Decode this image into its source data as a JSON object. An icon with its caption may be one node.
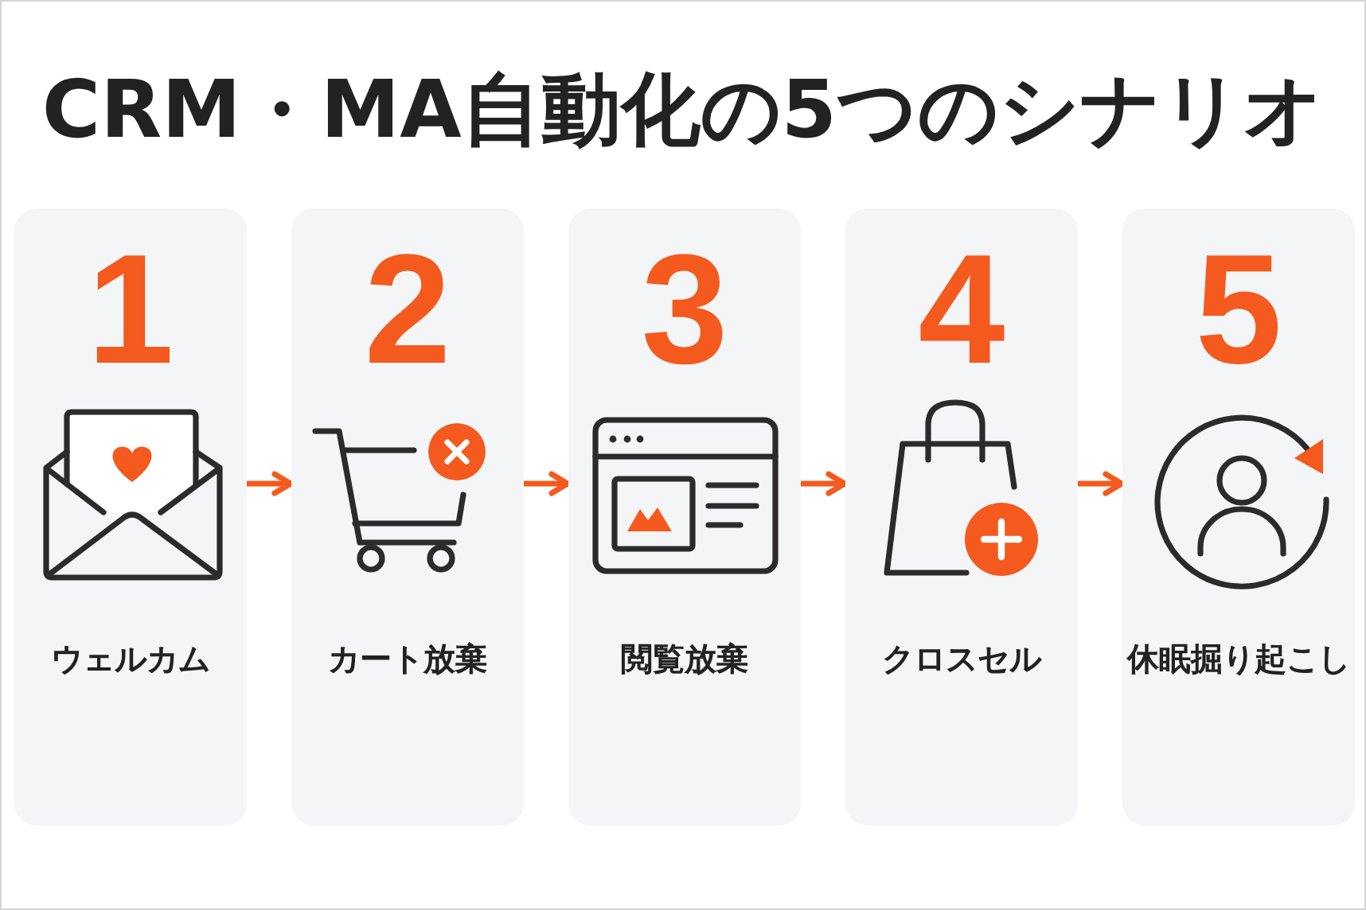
{
  "diagram": {
    "title": "CRM・MA自動化の5つのシナリオ",
    "nodes": [
      {
        "text": [
          "1",
          "ウェルカム"
        ]
      },
      {
        "text": [
          "2",
          "カート放棄"
        ]
      },
      {
        "text": [
          "3",
          "閲覧放棄"
        ]
      },
      {
        "text": [
          "4",
          "クロスセル"
        ]
      },
      {
        "text": [
          "5",
          "休眠掘り起こし"
        ]
      }
    ],
    "edges": [
      {
        "from": 0,
        "to": 1,
        "arrow": "to"
      },
      {
        "from": 1,
        "to": 2,
        "arrow": "to"
      },
      {
        "from": 2,
        "to": 3,
        "arrow": "to"
      },
      {
        "from": 3,
        "to": 4,
        "arrow": "to"
      }
    ]
  }
}
